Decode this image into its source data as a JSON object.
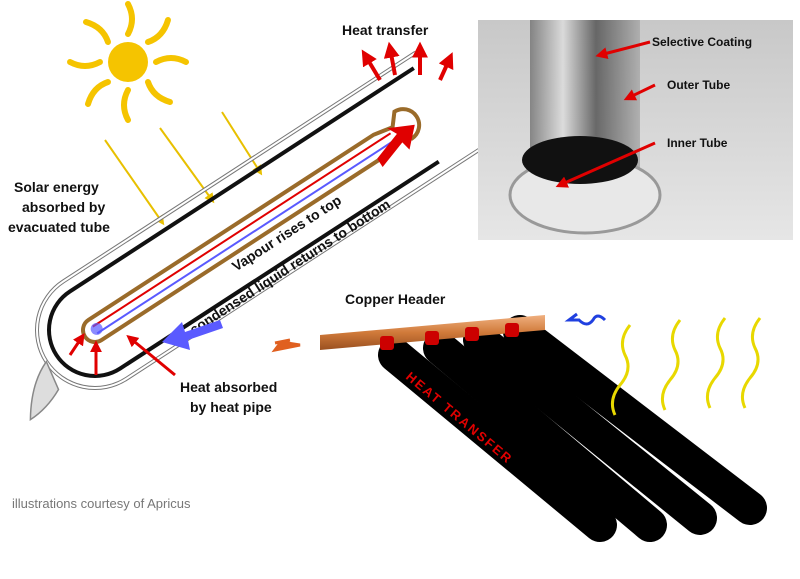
{
  "diagram": {
    "heat_transfer_label": "Heat transfer",
    "solar_label": [
      "Solar energy",
      "absorbed by",
      "evacuated tube"
    ],
    "vapour_label": "Vapour rises to top",
    "condensed_label": "condensed liquid returns to bottom",
    "heat_absorbed_label": [
      "Heat absorbed",
      "by heat pipe"
    ],
    "copper_header_label": "Copper Header",
    "collector_heat_transfer_label": "HEAT TRANSFER",
    "credit": "illustrations courtesy of Apricus"
  },
  "photo": {
    "labels": [
      "Selective Coating",
      "Outer Tube",
      "Inner Tube"
    ]
  },
  "colors": {
    "sun": "#f5c400",
    "arrow_red": "#e00000",
    "arrow_blue": "#5a5aff",
    "copper": "#d98a4a",
    "heat_pipe": "#9a6b2a"
  }
}
